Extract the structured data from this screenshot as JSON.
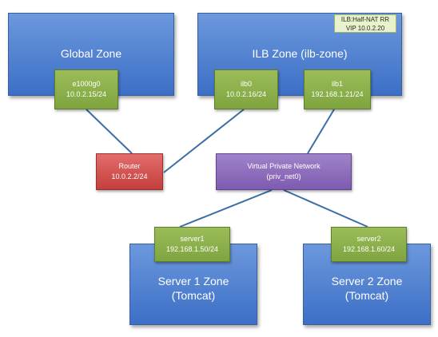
{
  "zones": {
    "global": {
      "title": "Global Zone"
    },
    "ilb": {
      "title": "ILB Zone (ilb-zone)"
    },
    "server1": {
      "title_line1": "Server 1 Zone",
      "title_line2": "(Tomcat)"
    },
    "server2": {
      "title_line1": "Server 2 Zone",
      "title_line2": "(Tomcat)"
    }
  },
  "interfaces": {
    "e1000g0": {
      "name": "e1000g0",
      "ip": "10.0.2.15/24"
    },
    "ilb0": {
      "name": "ilb0",
      "ip": "10.0.2.16/24"
    },
    "ilb1": {
      "name": "ilb1",
      "ip": "192.168.1.21/24"
    },
    "server1": {
      "name": "server1",
      "ip": "192.168.1.50/24"
    },
    "server2": {
      "name": "server2",
      "ip": "192.168.1.60/24"
    }
  },
  "router": {
    "name": "Router",
    "ip": "10.0.2.2/24"
  },
  "vpn": {
    "name": "Virtual Private Network",
    "id": "(priv_net0)"
  },
  "note": {
    "line1": "ILB:Half-NAT RR",
    "line2": "VIP 10.0.2.20"
  },
  "colors": {
    "zone": "#4a7bcc",
    "interface": "#8db04a",
    "router": "#d4524f",
    "vpn": "#8e6bbd",
    "link": "#3a6ea5"
  }
}
